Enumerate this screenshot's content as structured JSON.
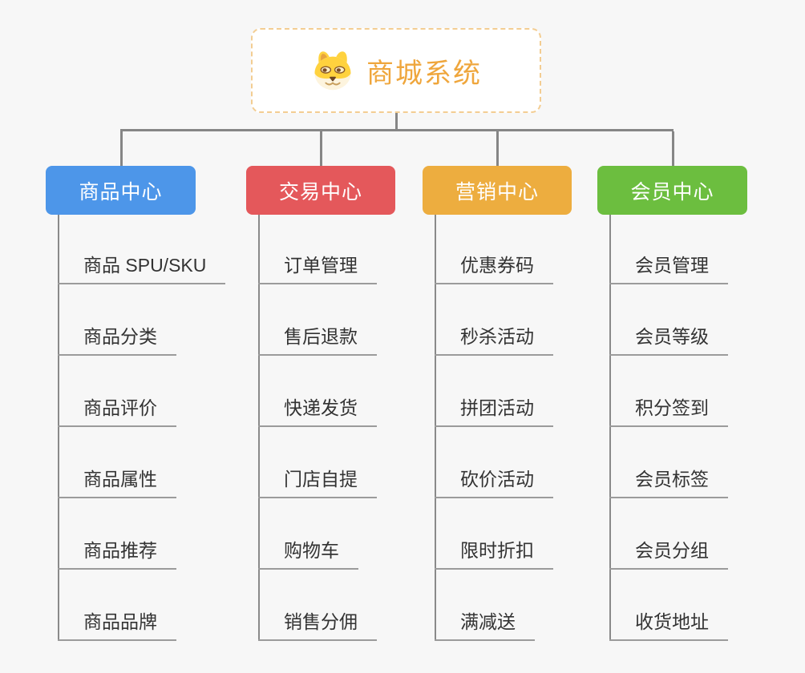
{
  "title": {
    "text": "商城系统",
    "icon": "doge-icon",
    "text_color": "#efa63c",
    "border_color": "#f3cd92"
  },
  "colors": {
    "background": "#f7f7f7",
    "connector": "#868686",
    "branch_line": "#8a8a8a",
    "leaf_underline": "#9b9b9b",
    "leaf_text": "#333333"
  },
  "branches": [
    {
      "label": "商品中心",
      "color": "#4d96e9",
      "children": [
        "商品 SPU/SKU",
        "商品分类",
        "商品评价",
        "商品属性",
        "商品推荐",
        "商品品牌"
      ]
    },
    {
      "label": "交易中心",
      "color": "#e4585b",
      "children": [
        "订单管理",
        "售后退款",
        "快递发货",
        "门店自提",
        "购物车",
        "销售分佣"
      ]
    },
    {
      "label": "营销中心",
      "color": "#edad3f",
      "children": [
        "优惠券码",
        "秒杀活动",
        "拼团活动",
        "砍价活动",
        "限时折扣",
        "满减送"
      ]
    },
    {
      "label": "会员中心",
      "color": "#6cbe3f",
      "children": [
        "会员管理",
        "会员等级",
        "积分签到",
        "会员标签",
        "会员分组",
        "收货地址"
      ]
    }
  ]
}
